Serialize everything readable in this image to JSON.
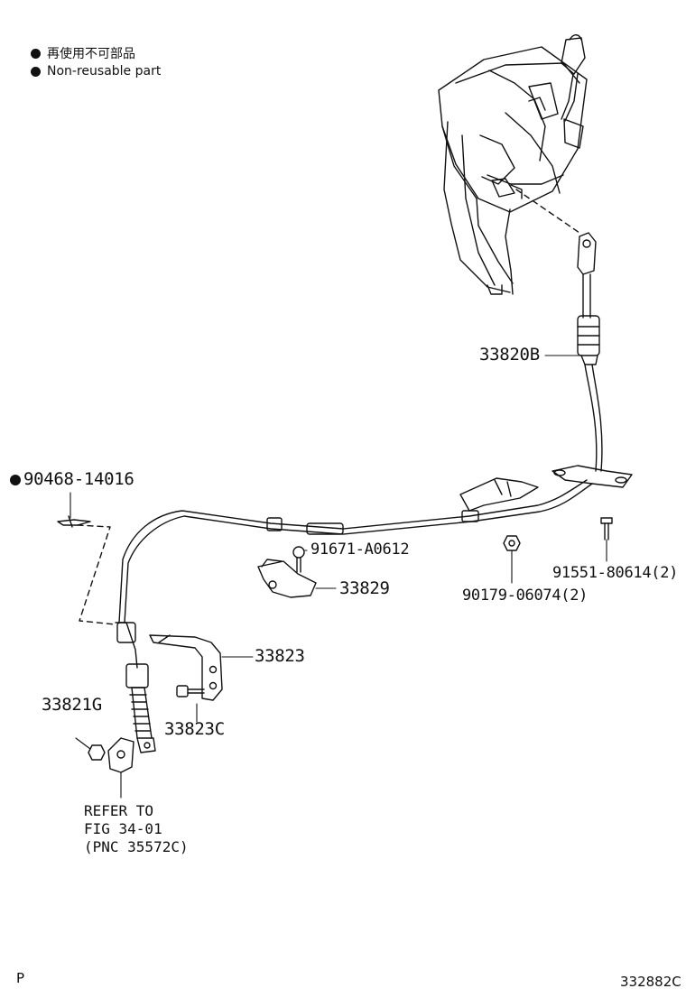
{
  "legend": {
    "japanese": "再使用不可部品",
    "english": "Non-reusable part"
  },
  "parts": {
    "p1": "33820B",
    "p2": "90468-14016",
    "p3": "91671-A0612",
    "p4": "33829",
    "p5": "91551-80614(2)",
    "p6": "90179-06074(2)",
    "p7": "33823",
    "p8": "33821G",
    "p9": "33823C"
  },
  "reference": {
    "line1": "REFER TO",
    "line2": "FIG 34-01",
    "line3": "(PNC 35572C)"
  },
  "footer": {
    "page_letter": "P",
    "figure_code": "332882C"
  },
  "icons": {
    "legend_marker": "filled-circle-icon",
    "part_marker": "filled-circle-icon"
  },
  "colors": {
    "ink": "#111111",
    "background": "#ffffff"
  }
}
